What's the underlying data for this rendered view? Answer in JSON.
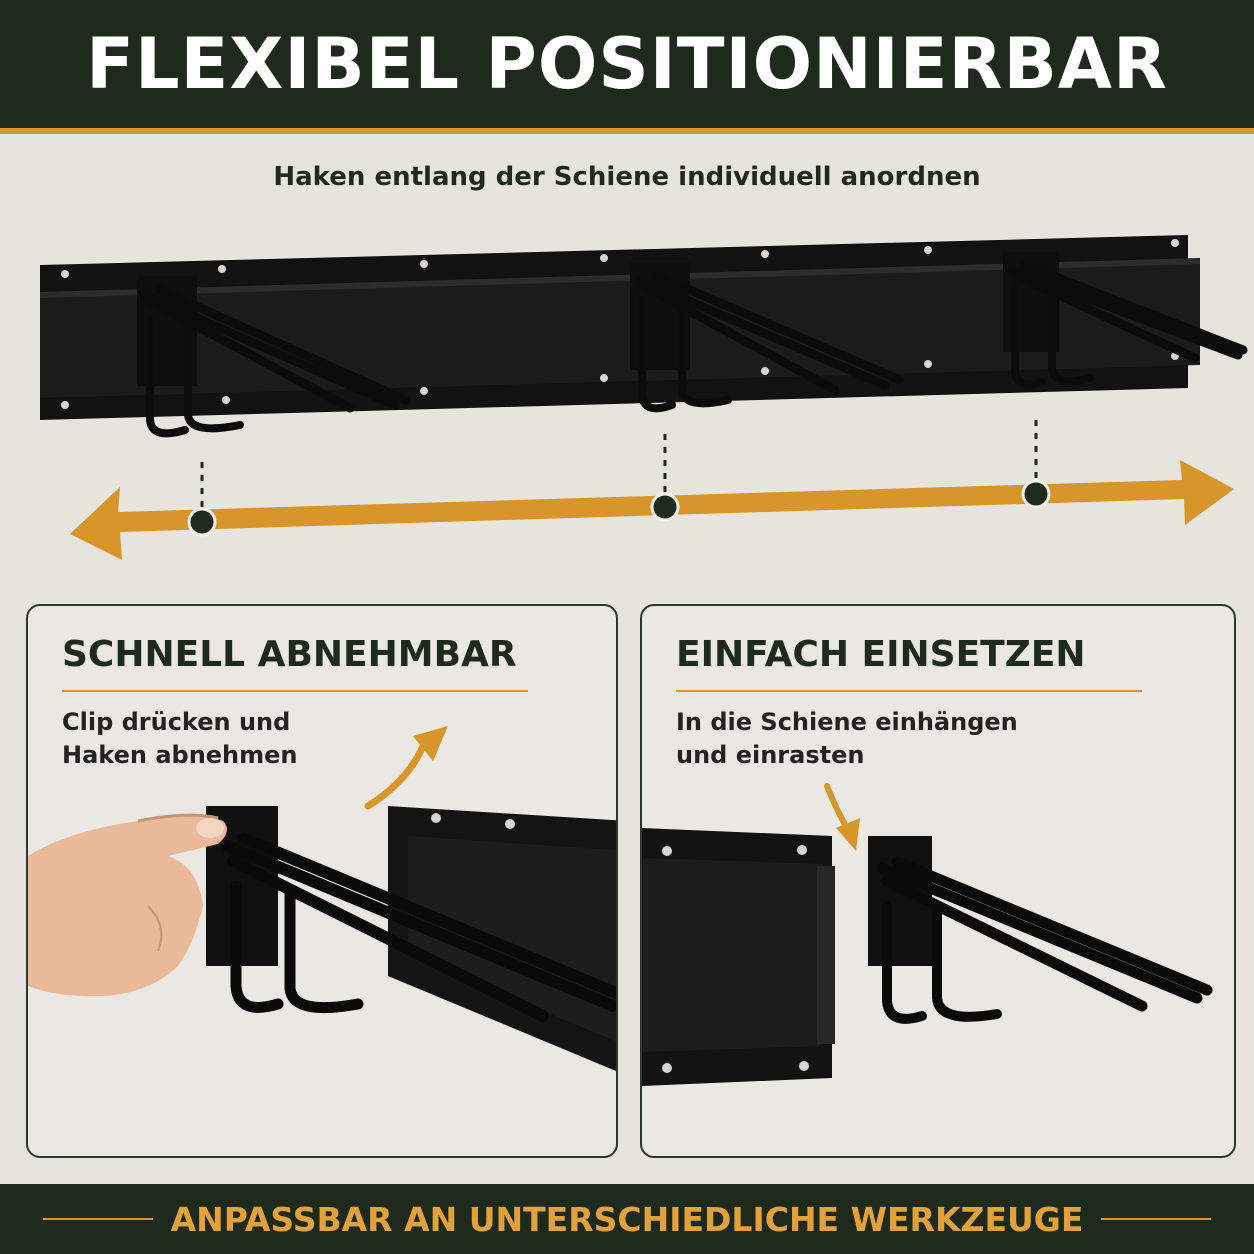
{
  "header": {
    "title": "FLEXIBEL POSITIONIERBAR"
  },
  "subtitle": "Haken entlang der Schiene individuell anordnen",
  "left_panel": {
    "title": "SCHNELL ABNEHMBAR",
    "text_line1": "Clip drücken und",
    "text_line2": "Haken abnehmen"
  },
  "right_panel": {
    "title": "EINFACH EINSETZEN",
    "text_line1": "In die Schiene einhängen",
    "text_line2": "und einrasten"
  },
  "footer": {
    "text": "ANPASSBAR AN UNTERSCHIEDLICHE WERKZEUGE"
  },
  "colors": {
    "dark_green": "#1e2b1c",
    "accent_orange": "#d8952a",
    "background": "#e7e4de"
  }
}
